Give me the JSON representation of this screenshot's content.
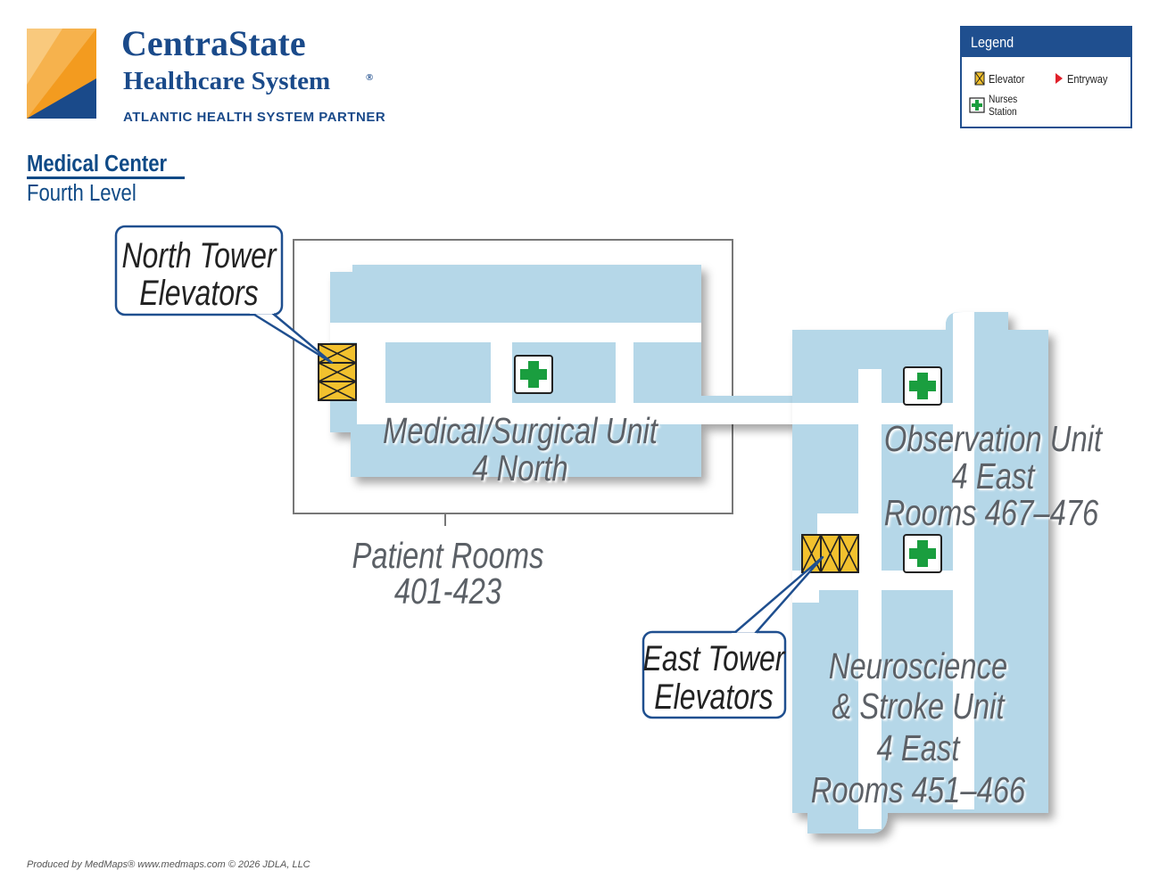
{
  "brand": {
    "name": "CentraState",
    "subtitle": "Healthcare System",
    "registered": "®",
    "partner": "ATLANTIC HEALTH SYSTEM PARTNER"
  },
  "page": {
    "title": "Medical Center",
    "subtitle": "Fourth Level"
  },
  "legend": {
    "title": "Legend",
    "elevator": "Elevator",
    "entryway": "Entryway",
    "nurses_line1": "Nurses",
    "nurses_line2": "Station"
  },
  "callouts": {
    "north_line1": "North Tower",
    "north_line2": "Elevators",
    "east_line1": "East Tower",
    "east_line2": "Elevators"
  },
  "units": {
    "med_surg_line1": "Medical/Surgical Unit",
    "med_surg_line2": "4 North",
    "patient_rooms_line1": "Patient Rooms",
    "patient_rooms_line2": "401-423",
    "observation_line1": "Observation Unit",
    "observation_line2": "4 East",
    "observation_line3": "Rooms 467–476",
    "neuro_line1": "Neuroscience",
    "neuro_line2": "& Stroke Unit",
    "neuro_line3": "4 East",
    "neuro_line4": "Rooms 451–466"
  },
  "footer": "Produced by MedMaps®  www.medmaps.com   © 2026 JDLA, LLC",
  "colors": {
    "floor": "#b5d7e8",
    "corridor": "#ffffff",
    "elevator": "#f2c12e",
    "nurse_cross": "#1a9e3f",
    "brand_blue": "#1a4a8a",
    "logo_orange": "#f39b1f"
  },
  "icons": [
    "elevator-icon",
    "entryway-arrow-icon",
    "nurses-station-icon"
  ]
}
